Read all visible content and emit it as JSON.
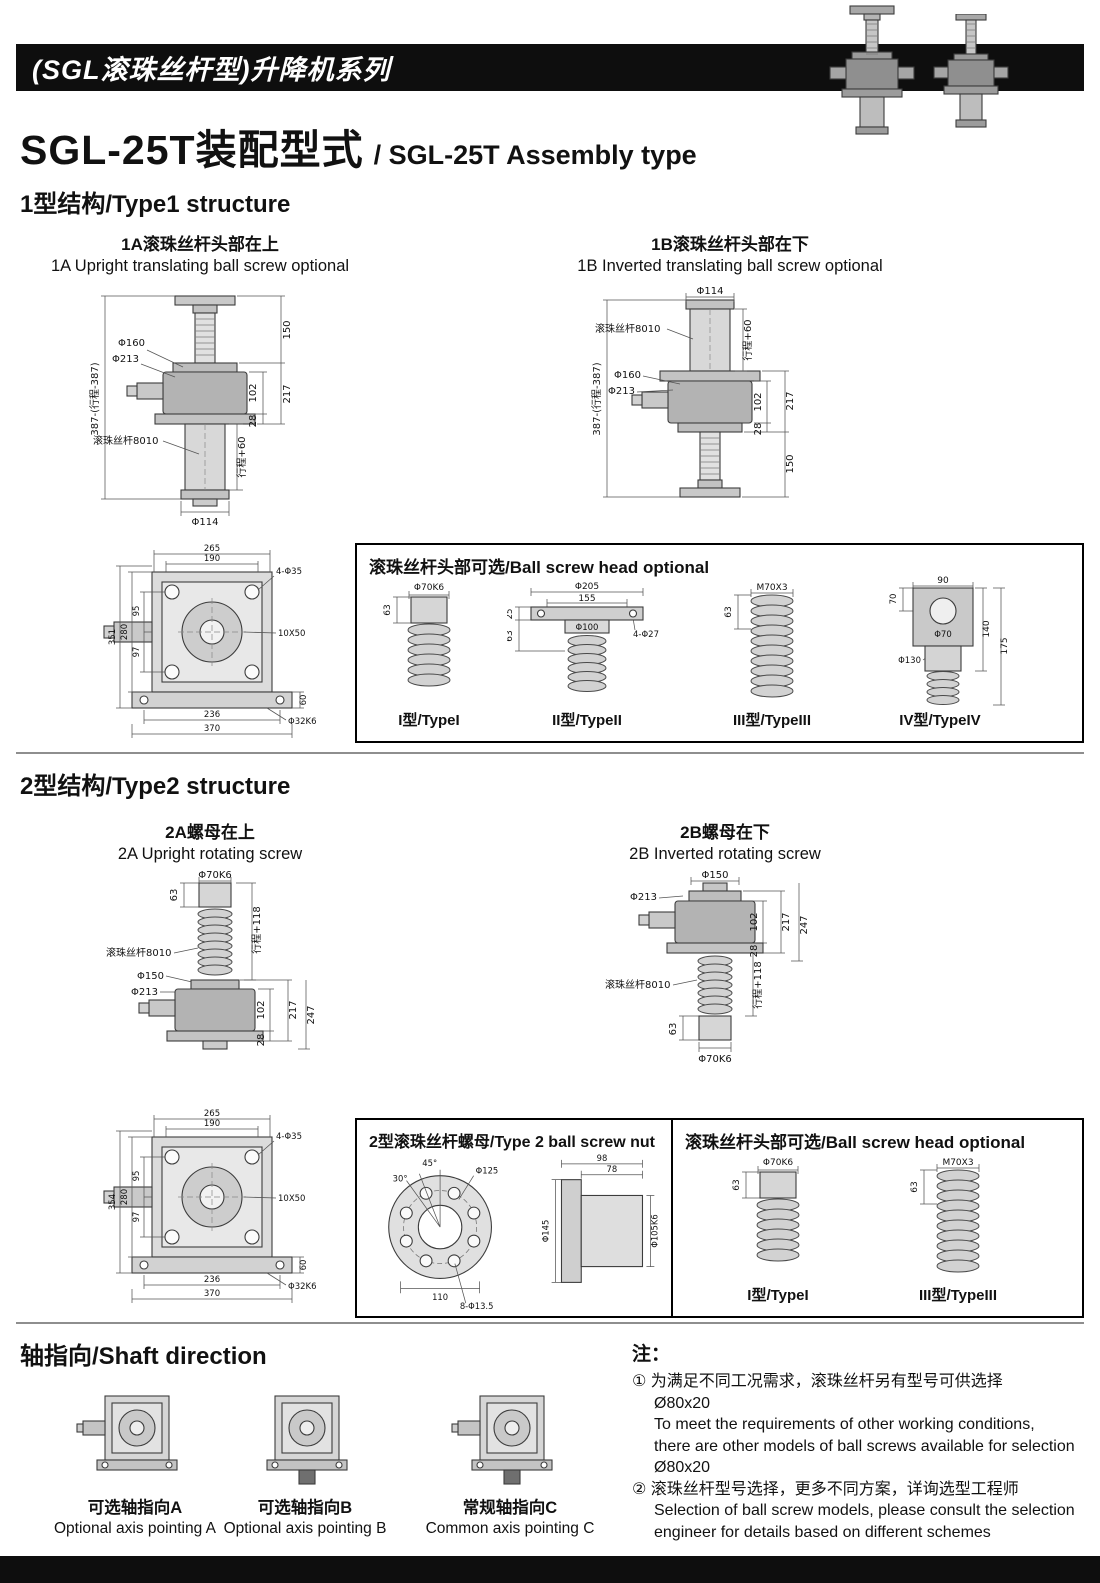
{
  "header": {
    "series_title": "(SGL滚珠丝杆型)升降机系列",
    "title_zh": "SGL-25T装配型式",
    "title_en": "/ SGL-25T Assembly type"
  },
  "type1": {
    "heading": "1型结构/Type1 structure",
    "fig1a": {
      "caption_zh": "1A滚珠丝杆头部在上",
      "caption_en": "1A Upright translating ball screw optional",
      "labels": {
        "d160": "Φ160",
        "d213": "Φ213",
        "total_height": "387-(行程-387)",
        "h150": "150",
        "h217": "217",
        "h102": "102",
        "h28": "28",
        "screw_note": "滚珠丝杆8010",
        "travel": "行程+60",
        "d114": "Φ114"
      }
    },
    "fig1b": {
      "caption_zh": "1B滚珠丝杆头部在下",
      "caption_en": "1B Inverted translating ball screw optional",
      "labels": {
        "d160": "Φ160",
        "d213": "Φ213",
        "total_height": "387-(行程-387)",
        "h150": "150",
        "h217": "217",
        "h102": "102",
        "h28": "28",
        "screw_note": "滚珠丝杆8010",
        "travel": "行程+60",
        "d114": "Φ114"
      }
    },
    "topview": {
      "labels": {
        "w265": "265",
        "w190": "190",
        "corner_holes": "4-Φ35",
        "h95": "95",
        "h97": "97",
        "h280": "280",
        "h351": "351",
        "keyway": "10X50",
        "h60": "60",
        "shaft_dia": "Φ32K6",
        "w236": "236",
        "w370": "370"
      }
    },
    "headbox": {
      "title": "滚珠丝杆头部可选/Ball screw head optional",
      "t1": {
        "label": "I型/TypeI",
        "d70": "Φ70K6",
        "h63": "63"
      },
      "t2": {
        "label": "II型/TypeII",
        "d205": "Φ205",
        "w155": "155",
        "t25": "25",
        "h63": "63",
        "d100": "Φ100",
        "holes": "4-Φ27"
      },
      "t3": {
        "label": "III型/TypeIII",
        "thread": "M70X3",
        "h63": "63"
      },
      "t4": {
        "label": "IV型/TypeIV",
        "w90": "90",
        "h70": "70",
        "d70": "Φ70",
        "h140": "140",
        "h175": "175",
        "d130": "Φ130"
      }
    }
  },
  "type2": {
    "heading": "2型结构/Type2 structure",
    "fig2a": {
      "caption_zh": "2A螺母在上",
      "caption_en": "2A Upright rotating screw",
      "labels": {
        "d70": "Φ70K6",
        "h63": "63",
        "travel": "行程+118",
        "screw_note": "滚珠丝杆8010",
        "d150": "Φ150",
        "d213": "Φ213",
        "h217": "217",
        "h247": "247",
        "h102": "102",
        "h28": "28"
      }
    },
    "fig2b": {
      "caption_zh": "2B螺母在下",
      "caption_en": "2B Inverted rotating screw",
      "labels": {
        "d70": "Φ70K6",
        "h63": "63",
        "travel": "行程+118",
        "screw_note": "滚珠丝杆8010",
        "d150": "Φ150",
        "d213": "Φ213",
        "h217": "217",
        "h247": "247",
        "h102": "102",
        "h28": "28"
      }
    },
    "topview": {
      "labels": {
        "w265": "265",
        "w190": "190",
        "corner_holes": "4-Φ35",
        "h95": "95",
        "h97": "97",
        "h280": "280",
        "h351": "354",
        "keyway": "10X50",
        "h60": "60",
        "shaft_dia": "Φ32K6",
        "w236": "236",
        "w370": "370"
      }
    },
    "nutbox": {
      "title": "2型滚珠丝杆螺母/Type 2 ball screw nut",
      "labels": {
        "a45": "45°",
        "a30": "30°",
        "d125": "Φ125",
        "w98": "98",
        "w78": "78",
        "d145": "Φ145",
        "d105": "Φ105K6",
        "holes": "8-Φ13.5",
        "w110": "110"
      }
    },
    "headbox": {
      "title": "滚珠丝杆头部可选/Ball screw head optional",
      "t1": {
        "label": "I型/TypeI",
        "d70": "Φ70K6",
        "h63": "63"
      },
      "t3": {
        "label": "III型/TypeIII",
        "thread": "M70X3",
        "h63": "63"
      }
    }
  },
  "shaft_section": {
    "heading": "轴指向/Shaft direction",
    "figA": {
      "caption_zh": "可选轴指向A",
      "caption_en": "Optional axis pointing A"
    },
    "figB": {
      "caption_zh": "可选轴指向B",
      "caption_en": "Optional axis pointing B"
    },
    "figC": {
      "caption_zh": "常规轴指向C",
      "caption_en": "Common axis pointing C"
    }
  },
  "notes": {
    "label": "注：",
    "item1_zh": "① 为满足不同工况需求，滚珠丝杆另有型号可供选择",
    "item1_zh_size": "Ø80x20",
    "item1_en1": "To meet the requirements of other working conditions,",
    "item1_en2": "there are other models of ball screws available for selection",
    "item1_en3": "Ø80x20",
    "item2_zh": "② 滚珠丝杆型号选择，更多不同方案，详询选型工程师",
    "item2_en1": "Selection of ball screw models, please consult the selection",
    "item2_en2": "engineer for details based on different schemes"
  }
}
